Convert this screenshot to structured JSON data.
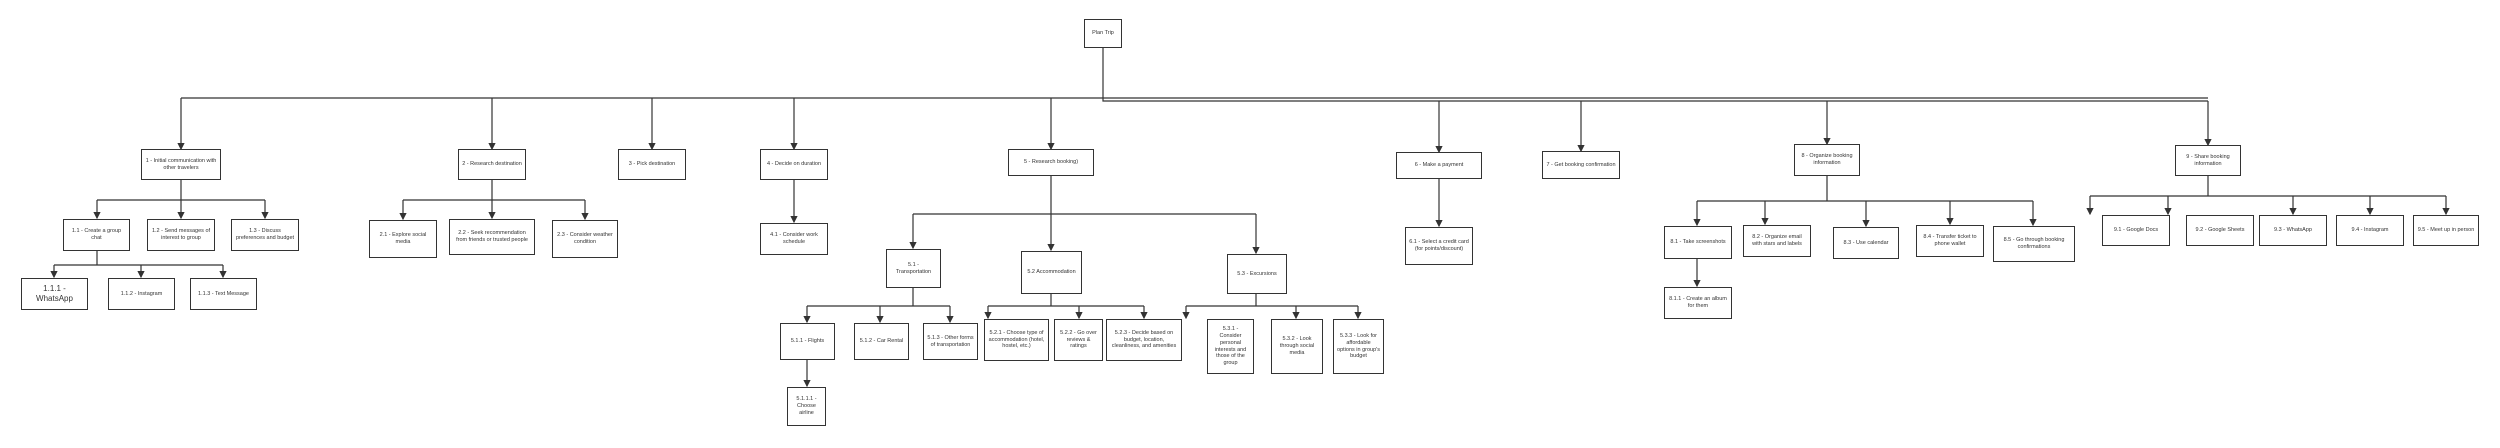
{
  "nodes": {
    "root": "Plan Trip",
    "n1": "1 - Initial communication with other travelers",
    "n1_1": "1.1 - Create a group chat",
    "n1_1_1": "1.1.1 - WhatsApp",
    "n1_1_2": "1.1.2 - Instagram",
    "n1_1_3": "1.1.3 - Text Message",
    "n1_2": "1.2 - Send messages of interest to group",
    "n1_3": "1.3 - Discuss preferences and budget",
    "n2": "2 - Research destination",
    "n2_1": "2.1 - Explore social media",
    "n2_2": "2.2 - Seek recommendation from friends or trusted people",
    "n2_3": "2.3 - Consider weather condition",
    "n3": "3 - Pick destination",
    "n4": "4 - Decide on duration",
    "n4_1": "4.1 - Consider work schedule",
    "n5": "5 - Research booking)",
    "n5_1": "5.1 - Transportation",
    "n5_1_1": "5.1.1 - Flights",
    "n5_1_1_1": "5.1.1.1 - Choose airline",
    "n5_1_2": "5.1.2 - Car Rental",
    "n5_1_3": "5.1.3 - Other forms of transportation",
    "n5_2": "5.2 Accommodation",
    "n5_2_1": "5.2.1 - Choose type of accommodation (hotel, hostel, etc.)",
    "n5_2_2": "5.2.2 - Go over reviews & ratings",
    "n5_2_3": "5.2.3 - Decide based on budget, location, cleanliness, and amenities",
    "n5_3": "5.3 - Excursions",
    "n5_3_1": "5.3.1 - Consider personal interests and those of the group",
    "n5_3_2": "5.3.2 - Look through social media",
    "n5_3_3": "5.3.3 - Look for affordable options in group's budget",
    "n6": "6 - Make a payment",
    "n6_1": "6.1 - Select a credit card (for points/discount)",
    "n7": "7 - Get booking confirmation",
    "n8": "8 - Organize booking information",
    "n8_1": "8.1 - Take screenshots",
    "n8_1_1": "8.1.1 - Create an album for them",
    "n8_2": "8.2 - Organize email with stars and labels",
    "n8_3": "8.3 - Use calendar",
    "n8_4": "8.4 - Transfer ticket to phone wallet",
    "n8_5": "8.5 - Go through booking confirmations",
    "n9": "9 - Share booking information",
    "n9_1": "9.1 - Google Docs",
    "n9_2": "9.2 - Google Sheets",
    "n9_3": "9.3 - WhatsApp",
    "n9_4": "9.4 - Instagram",
    "n9_5": "9.5 - Meet up in person"
  }
}
